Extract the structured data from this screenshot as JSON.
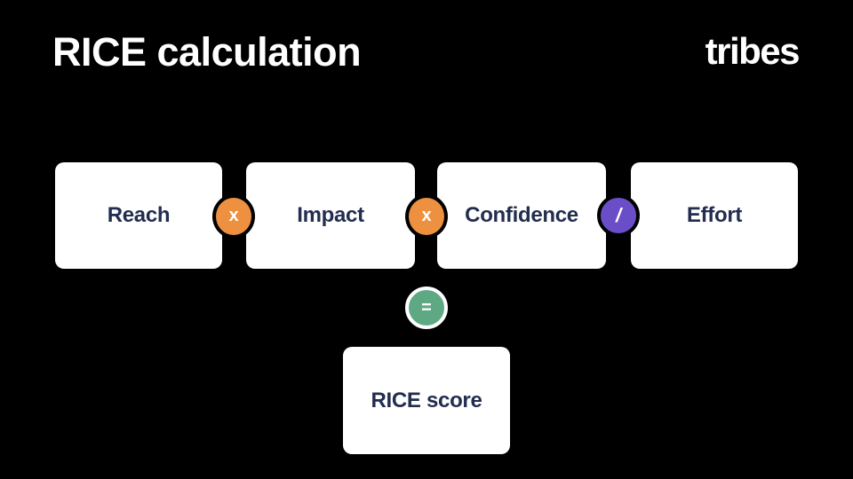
{
  "slide": {
    "title": "RICE calculation",
    "brand": "tribes"
  },
  "colors": {
    "background": "#000000",
    "box_background": "#ffffff",
    "box_text": "#222d4f",
    "title_text": "#ffffff",
    "multiply_circle": "#ed9140",
    "divide_circle": "#6a4ec8",
    "equals_circle": "#5ea983"
  },
  "formula": {
    "boxes": [
      {
        "label": "Reach"
      },
      {
        "label": "Impact"
      },
      {
        "label": "Confidence"
      },
      {
        "label": "Effort"
      }
    ],
    "operators": [
      {
        "symbol": "x",
        "name": "multiply"
      },
      {
        "symbol": "x",
        "name": "multiply"
      },
      {
        "symbol": "/",
        "name": "divide"
      },
      {
        "symbol": "=",
        "name": "equals"
      }
    ],
    "result": {
      "label": "RICE score"
    }
  }
}
